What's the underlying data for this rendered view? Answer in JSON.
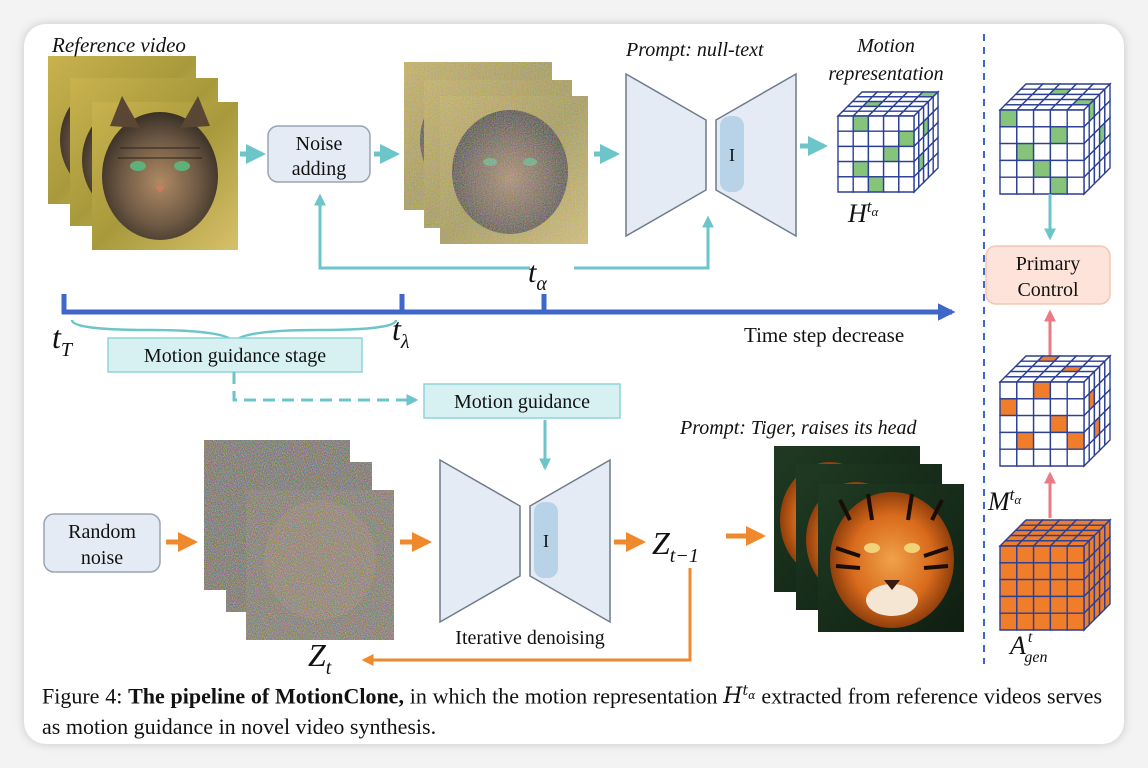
{
  "labels": {
    "reference_video": "Reference video",
    "noise_adding_1": "Noise",
    "noise_adding_2": "adding",
    "prompt_null": "Prompt: null-text",
    "motion_rep_1": "Motion",
    "motion_rep_2": "representation",
    "unet_top_letter": "I",
    "h_t_alpha": "H",
    "h_t_alpha_sup": "t",
    "h_t_alpha_sub": "α",
    "t_alpha": "t",
    "t_alpha_sub": "α",
    "t_T": "t",
    "t_T_sub": "T",
    "t_lambda": "t",
    "t_lambda_sub": "λ",
    "time_step": "Time step decrease",
    "motion_guidance_stage": "Motion guidance stage",
    "motion_guidance": "Motion guidance",
    "primary_control_1": "Primary",
    "primary_control_2": "Control",
    "prompt_tiger": "Prompt: Tiger, raises its head",
    "random_noise_1": "Random",
    "random_noise_2": "noise",
    "unet_bottom_letter": "I",
    "z_t_minus_1": "Z",
    "z_t_minus_1_sub": "t−1",
    "iterative_denoising": "Iterative denoising",
    "z_t": "Z",
    "z_t_sub": "t",
    "m_t_alpha": "M",
    "m_t_alpha_sup": "t",
    "m_t_alpha_sub": "α",
    "a_gen": "A",
    "a_gen_sup": "t",
    "a_gen_sub": "gen"
  },
  "caption": {
    "prefix": "Figure 4: ",
    "bold": "The pipeline of MotionClone,",
    "rest_1": " in which the motion representation ",
    "sym": "H",
    "sym_sup": "t",
    "sym_sub": "α",
    "rest_2": " extracted from reference videos serves as motion guidance in novel video synthesis."
  },
  "colors": {
    "teal_arrow": "#6cc5c9",
    "orange_arrow": "#ee8a2d",
    "timeline_blue": "#3e67c7",
    "box_gray": "#e4ebf4",
    "box_teal": "#d7f1f3",
    "box_pink": "#fde3d9",
    "cube_green": "#86c47a",
    "cube_orange": "#ef7d2a",
    "cube_grid": "#2b3f95",
    "pink_arrow": "#e97a86"
  }
}
